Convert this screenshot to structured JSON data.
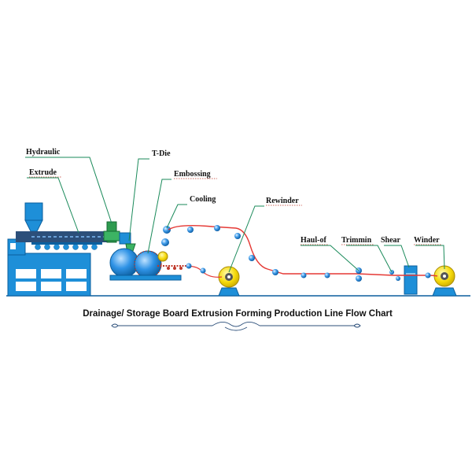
{
  "labels": {
    "hydraulic": "Hydraulic",
    "extrude": "Extrude",
    "t_die": "T-Die",
    "embossing": "Embossing",
    "cooling": "Cooling",
    "rewinder": "Rewinder",
    "haul_off": "Haul-of",
    "trimming": "Trimmin",
    "shear": "Shear",
    "winder": "Winder"
  },
  "caption": "Drainage/ Storage Board Extrusion Forming Production Line Flow Chart",
  "colors": {
    "machine_blue": "#1e8fd8",
    "machine_dark": "#0b5f9e",
    "sheet_red": "#e53935",
    "reel_yellow": "#f5d90a",
    "leader_green": "#1a8a5a",
    "roller_blue": "#2d8be0"
  }
}
